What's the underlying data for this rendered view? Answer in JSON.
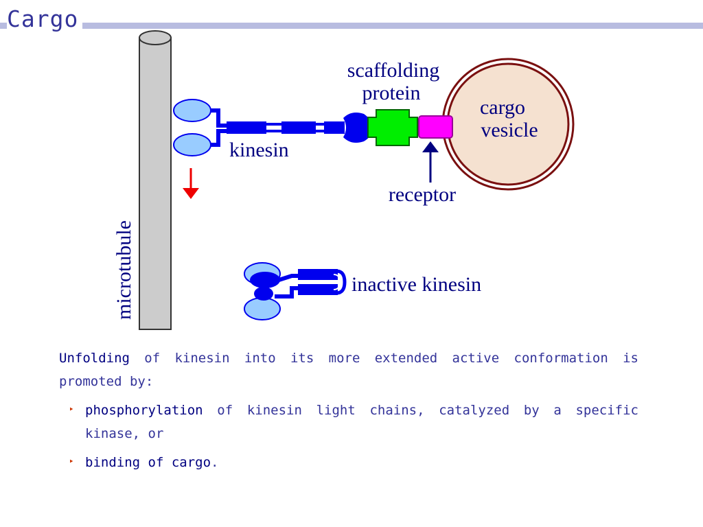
{
  "slide": {
    "title": "Cargo"
  },
  "diagram": {
    "labels": {
      "scaffolding_line1": "scaffolding",
      "scaffolding_line2": "protein",
      "cargo_line1": "cargo",
      "cargo_line2": "vesicle",
      "kinesin": "kinesin",
      "receptor": "receptor",
      "microtubule": "microtubule",
      "inactive_kinesin": "inactive kinesin"
    },
    "colors": {
      "kinesin_blue": "#0000ee",
      "head_fill": "#99ccff",
      "scaffold_green": "#00ee00",
      "receptor_magenta": "#ff00ff",
      "vesicle_fill": "#f5e1d0",
      "vesicle_border": "#7a1010",
      "microtubule_fill": "#cccccc",
      "arrow_red": "#ee0000",
      "receptor_arrow": "#000080"
    }
  },
  "body": {
    "para_highlight": "Unfolding",
    "para_rest": " of kinesin into its more extended active conformation is promoted by:",
    "bullets": [
      {
        "highlight": "phosphorylation",
        "rest": " of kinesin light chains, catalyzed by a specific kinase, or"
      },
      {
        "highlight": "binding of cargo",
        "rest": "."
      }
    ],
    "bullet_marker": "‣"
  }
}
